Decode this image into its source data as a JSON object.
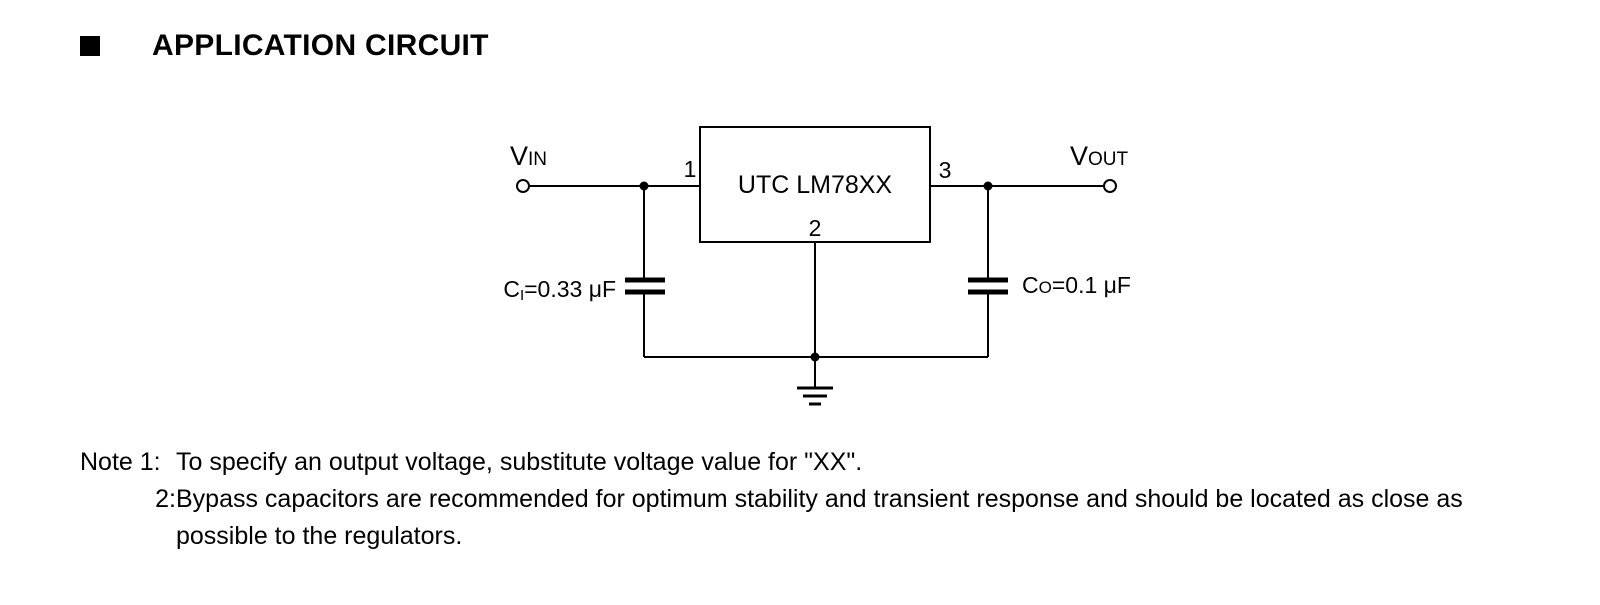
{
  "heading": {
    "title": "APPLICATION CIRCUIT"
  },
  "circuit": {
    "regulator_label": "UTC LM78XX",
    "pins": {
      "input": "1",
      "ground": "2",
      "output": "3"
    },
    "vin": {
      "main": "V",
      "sub": "IN"
    },
    "vout": {
      "main": "V",
      "sub": "OUT"
    },
    "ci": {
      "main": "C",
      "sub": "I",
      "value": "=0.33 μF"
    },
    "co": {
      "main": "C",
      "sub": "O",
      "value": "=0.1 μF"
    }
  },
  "notes": [
    {
      "number": "Note 1:",
      "text": "To specify an output voltage, substitute voltage value for \"XX\"."
    },
    {
      "number": "2:",
      "text": "Bypass capacitors are recommended for optimum stability and transient response and should be located as close as possible to the regulators."
    }
  ]
}
